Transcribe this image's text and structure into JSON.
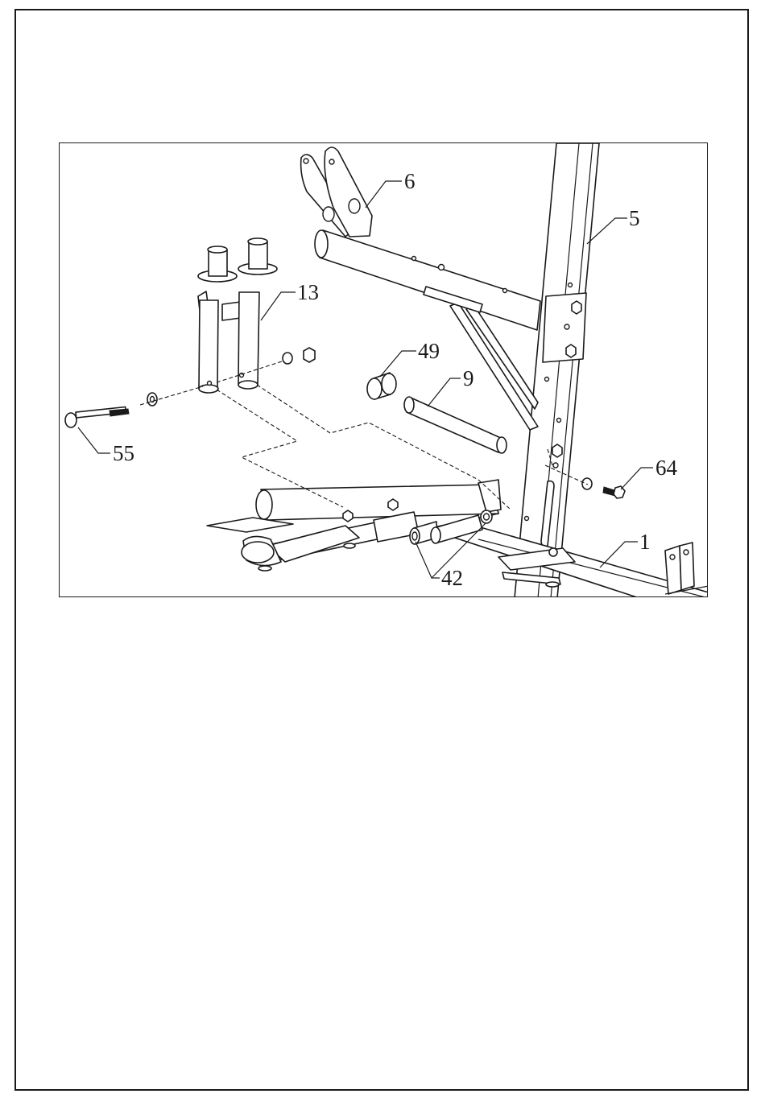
{
  "callouts": {
    "part_6": "6",
    "part_5": "5",
    "part_13": "13",
    "part_49": "49",
    "part_9": "9",
    "part_55": "55",
    "part_64": "64",
    "part_1": "1",
    "part_42": "42"
  }
}
